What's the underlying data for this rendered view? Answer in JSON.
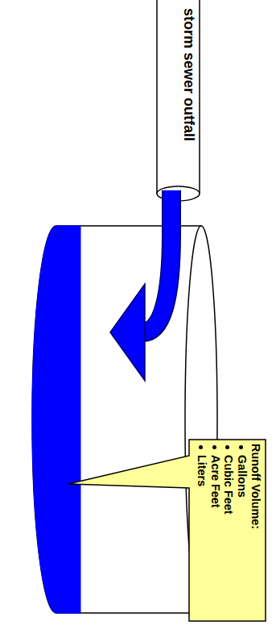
{
  "diagram": {
    "nodes": [
      {
        "text": [
          "storm sewer outfall"
        ]
      },
      {
        "text": [
          "Runoff Volume:",
          "Gallons",
          "Cubic Feet",
          "Acre Feet",
          "Liters"
        ]
      }
    ]
  }
}
